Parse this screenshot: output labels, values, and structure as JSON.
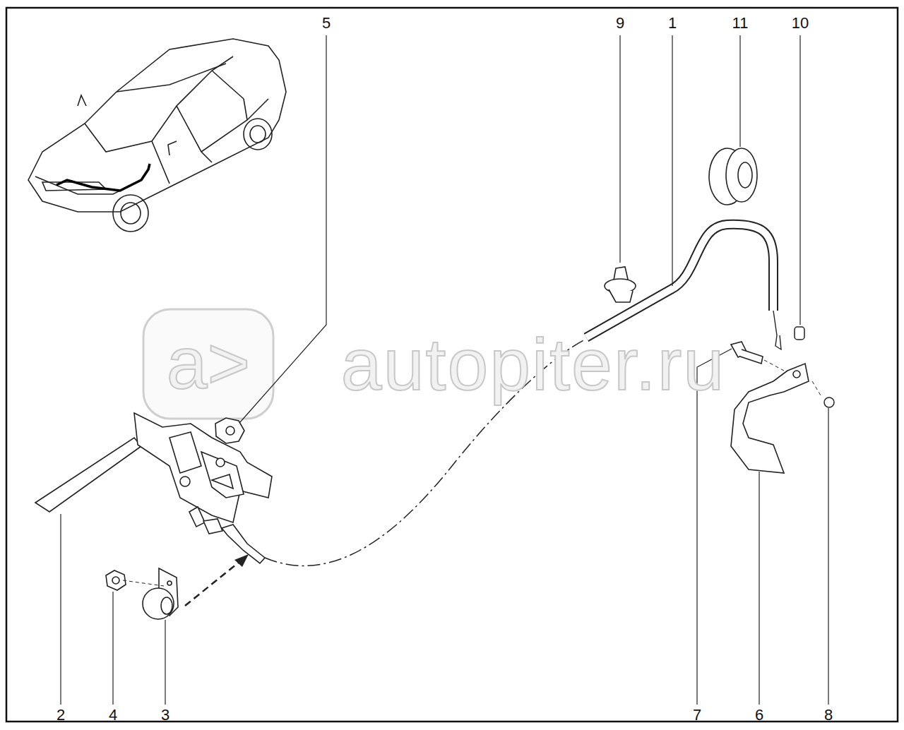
{
  "diagram": {
    "labels": [
      "5",
      "9",
      "1",
      "11",
      "10",
      "a>",
      "autopiter.ru",
      "2",
      "4",
      "3",
      "7",
      "6",
      "8"
    ]
  }
}
